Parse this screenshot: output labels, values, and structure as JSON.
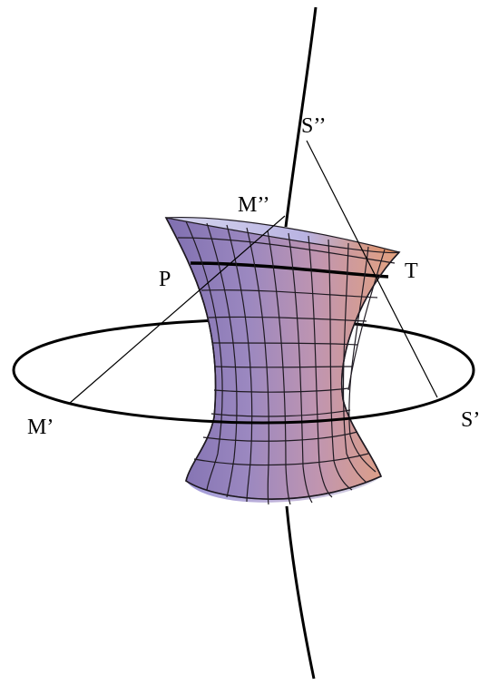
{
  "labels": {
    "s_double": "S’’",
    "m_double": "M’’",
    "p": "P",
    "t": "T",
    "m_prime": "M’",
    "s_prime": "S’"
  },
  "colors": {
    "background": "#ffffff",
    "stroke": "#000000",
    "surface_left": "#8f86c8",
    "surface_mid": "#a98aa4",
    "surface_right": "#e2a080",
    "surface_top": "#b98abf"
  }
}
